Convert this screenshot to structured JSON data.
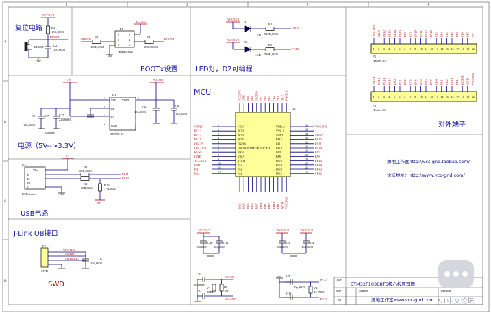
{
  "frame": {
    "cols": [
      "1",
      "2",
      "3",
      "4"
    ],
    "rows": [
      "A",
      "B",
      "C",
      "D"
    ]
  },
  "sections": {
    "reset": "复位电路",
    "boot": "BOOTx设置",
    "led": "LED灯，D2可编程",
    "mcu": "MCU",
    "power": "电源（5V-->3.3V）",
    "usb": "USB电路",
    "jlink": "J-Link OB接口",
    "swd": "SWD",
    "ports": "对外端子"
  },
  "reset": {
    "vcc": "VCC3V3",
    "r": "R2",
    "r_val": "10K,0603",
    "net": "RESET",
    "sw": "RESET",
    "c": "C2",
    "c_val": "105,0603"
  },
  "boot": {
    "vcc": "VCC3V3",
    "p": "P1",
    "header": "Header 3X2",
    "r3": "R3",
    "r3_val": "100K,0603",
    "r4": "R4",
    "r4_val": "100K,0603",
    "boot0": "BOOT0",
    "boot1": "BOOT1",
    "pins": [
      "1",
      "2",
      "3",
      "4",
      "5",
      "6"
    ]
  },
  "led": {
    "vcc1": "VCC3V3",
    "vcc2": "VCC3V3",
    "d1": "D1",
    "d2": "D2",
    "led": "LED",
    "led2": "LED",
    "r1": "R1",
    "r1_val": "510R,0603",
    "r5": "R5",
    "r5_val": "510R,0603",
    "net1": "GND",
    "net2": "PC13"
  },
  "power": {
    "v5": "5V",
    "v33": "VCC3v3",
    "u": "U1",
    "part": "RT9193-33",
    "pins": [
      "VIN",
      "VOUT",
      "BP",
      "EN",
      "GND"
    ],
    "pin_nums": [
      "1",
      "5",
      "4",
      "3",
      "2"
    ],
    "c5": "C5",
    "c7": "C7",
    "c5_val": "105,0603",
    "c15": "C15",
    "c15_val": "223,0603",
    "c6": "C6",
    "c6_val": "106,0603",
    "c8": "C8",
    "c8_val": "104,0603",
    "c_gnd": "104,0603"
  },
  "mcu": {
    "ref": "U2",
    "part": "STM32F103C8T6",
    "left_nets": [
      "VBAT",
      "PC13",
      "PC14",
      "PC15",
      "OSCIN",
      "OSCOUT",
      "RESET",
      "GND",
      "VCC3V3",
      "PA0",
      "PA1",
      "PA2"
    ],
    "left_pins": [
      "VBAT",
      "PC13",
      "PC14",
      "PC15",
      "OSCIN",
      "OSCOUT",
      "NRST",
      "VSSA",
      "VDDA",
      "PA0",
      "PA1",
      "PA2"
    ],
    "left_nums": [
      "1",
      "2",
      "3",
      "4",
      "5",
      "6",
      "7",
      "8",
      "9",
      "10",
      "11",
      "12"
    ],
    "right_nets": [
      "VCC3V3",
      "",
      "SWIO",
      "PA12",
      "PA11",
      "PA10",
      "PA9",
      "PA8",
      "PB15",
      "PB14",
      "PB13",
      "PB12"
    ],
    "right_pins": [
      "VDD_2",
      "VSS_2",
      "SWIO",
      "PA12",
      "PA11",
      "PA10",
      "PA9",
      "PA8",
      "PB15",
      "PB14",
      "PB13",
      "PB12"
    ],
    "right_nums": [
      "36",
      "35",
      "34",
      "33",
      "32",
      "31",
      "30",
      "29",
      "28",
      "27",
      "26",
      "25"
    ],
    "top_nets": [
      "VCC3V3",
      "GND",
      "PB9",
      "PB8",
      "BOOT0",
      "PB7",
      "PB6",
      "PB5",
      "PB4",
      "PB3",
      "PA15",
      "SWCLK"
    ],
    "bottom_nets": [
      "PA3",
      "PA4",
      "PA5",
      "PA6",
      "PA7",
      "PB0",
      "PB1",
      "PB2",
      "PB10",
      "PB11",
      "GND",
      "VCC3V3"
    ]
  },
  "usb": {
    "u": "U3",
    "part": "USB-mirco",
    "pins": [
      "Vbus",
      "D-",
      "D+",
      "ID",
      "G"
    ],
    "v5": "5V",
    "r9": "R9",
    "r9_val": "20R,0603",
    "r11": "R11",
    "r11_val": "20R,0603",
    "r10": "R10",
    "r10_val": "4.7k,0603",
    "net_a": "PA11",
    "net_b": "PA12",
    "v33": "3V"
  },
  "jlink": {
    "p": "P2",
    "header": "SWD",
    "vcc": "VCC3V3",
    "n1": "SWDIO",
    "n2": "SWDCLK",
    "c": "C1",
    "c_val": "104,0603"
  },
  "decoupling": {
    "vcc1": "VCC3V3",
    "vcc2": "VCC3V3",
    "vcc3": "VCC3V3",
    "c10": "C10",
    "c11": "C11",
    "c3": "C3",
    "c4": "C4",
    "val": "104,0603"
  },
  "crystal_hs": {
    "c13": "C13",
    "c14": "C14",
    "val": "20p,0603",
    "y": "Y1",
    "y_val": "8MHz",
    "r": "R6",
    "r_val": "1M",
    "n1": "OSCIN",
    "n2": "OSCOUT"
  },
  "crystal_ls": {
    "c9": "C9",
    "c12": "C12",
    "val": "20p,0603",
    "y": "Y2",
    "y_val": "32.768K",
    "n1": "PC14",
    "n2": "PC15"
  },
  "ports": {
    "p3": "P3",
    "p3_type": "Header 20",
    "p4": "P4",
    "p4_type": "Header 20",
    "p3_nets": [
      "VCC3V3",
      "GND",
      "PB12",
      "PB13",
      "PB14",
      "PB15",
      "PA8",
      "PA9",
      "PA10",
      "PA11",
      "PA12",
      "PA15",
      "PB3",
      "PB4",
      "PB5",
      "PB6",
      "PB7",
      "PB8",
      "PB9",
      "5V"
    ],
    "p4_nets": [
      "VBAT",
      "PC13",
      "PC14",
      "PC15",
      "PA0",
      "PA1",
      "PA2",
      "PA3",
      "PA4",
      "PA5",
      "PA6",
      "PA7",
      "PB0",
      "PB1",
      "PB2",
      "PB10",
      "PB11",
      "RESET",
      "GND",
      "VCC3V3"
    ],
    "nums": [
      "1",
      "2",
      "3",
      "4",
      "5",
      "6",
      "7",
      "8",
      "9",
      "10",
      "11",
      "12",
      "13",
      "14",
      "15",
      "16",
      "17",
      "18",
      "19",
      "20"
    ]
  },
  "info": {
    "shop": "源地工作室http://vcc-gnd.taobao.com/",
    "forum": "论坛地址：http://www.vcc-gnd.com/"
  },
  "title_block": {
    "title_label": "Title",
    "title": "STM32F103C8T6核心板原理图",
    "size_label": "Size",
    "size": "A4",
    "number_label": "Number",
    "number": "源地工作室www.vcc-gnd.com",
    "revision_label": "Revision"
  },
  "watermark": {
    "text": "ST中文论坛",
    "icon": "chat-bubble-icon"
  }
}
